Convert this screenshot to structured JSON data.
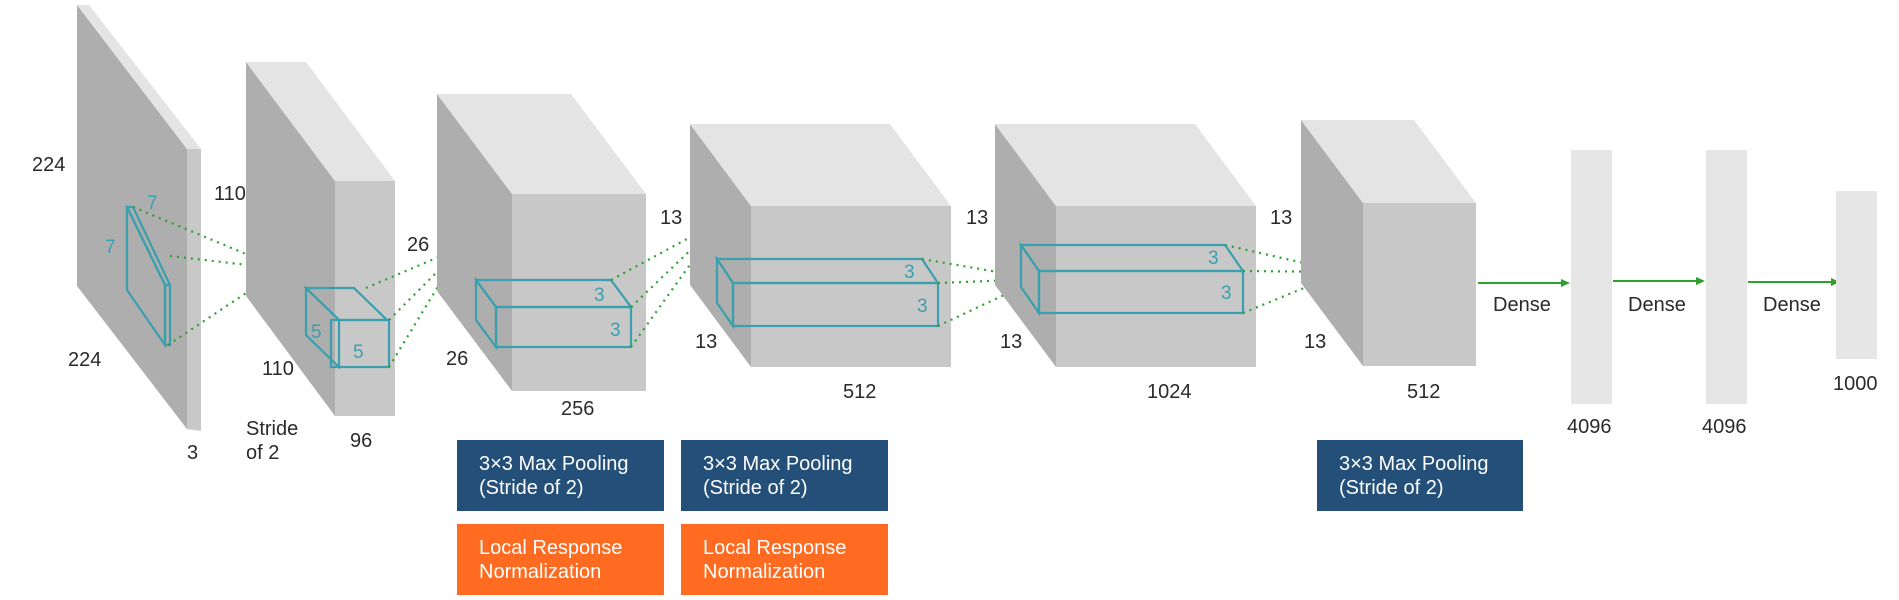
{
  "layers": {
    "input": {
      "height": "224",
      "width": "224",
      "depth": "3",
      "kernel_h": "7",
      "kernel_w": "7"
    },
    "conv1": {
      "height": "110",
      "width": "110",
      "depth": "96",
      "stride": "Stride of 2",
      "kernel_h": "5",
      "kernel_w": "5"
    },
    "conv2": {
      "height": "26",
      "width": "26",
      "depth": "256",
      "kernel_h": "3",
      "kernel_w": "3"
    },
    "conv3": {
      "height": "13",
      "width": "13",
      "depth": "512",
      "kernel_h": "3",
      "kernel_w": "3"
    },
    "conv4": {
      "height": "13",
      "width": "13",
      "depth": "1024",
      "kernel_h": "3",
      "kernel_w": "3"
    },
    "conv5": {
      "height": "13",
      "width": "13",
      "depth": "512"
    },
    "fc1": {
      "size": "4096",
      "label": "Dense"
    },
    "fc2": {
      "size": "4096",
      "label": "Dense"
    },
    "output": {
      "size": "1000",
      "label": "Dense"
    }
  },
  "ops": {
    "pool1": {
      "line1": "3×3 Max Pooling",
      "line2": "(Stride of 2)"
    },
    "pool2": {
      "line1": "3×3 Max Pooling",
      "line2": "(Stride of 2)"
    },
    "pool3": {
      "line1": "3×3 Max Pooling",
      "line2": "(Stride of 2)"
    },
    "lrn1": {
      "line1": "Local Response",
      "line2": "Normalization"
    },
    "lrn2": {
      "line1": "Local Response",
      "line2": "Normalization"
    }
  },
  "colors": {
    "pool_box": "#234f78",
    "lrn_box": "#ff6b21",
    "kernel": "#3aa0ad",
    "connection": "#2ea02e"
  }
}
